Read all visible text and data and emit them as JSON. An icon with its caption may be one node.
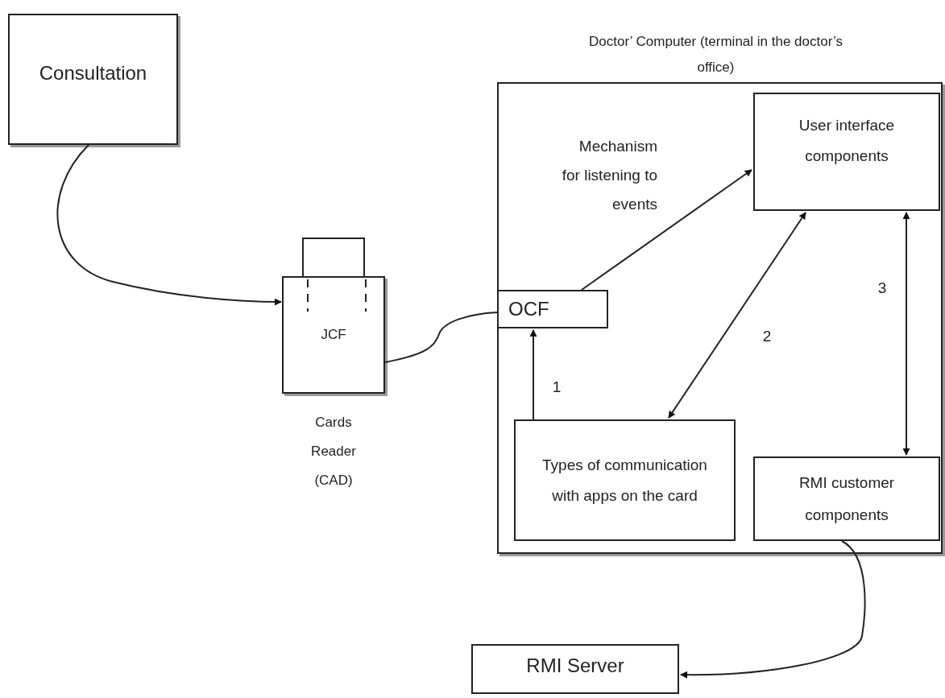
{
  "diagram": {
    "nodes": [
      {
        "text": [
          "Consultation"
        ]
      },
      {
        "text": [
          "Doctor’ Computer (terminal in the doctor’s office)"
        ]
      },
      {
        "text": [
          "User interface components"
        ],
        "in": 1
      },
      {
        "text": [
          "OCF"
        ],
        "in": 1
      },
      {
        "text": [
          "Types of communication with apps on the card"
        ],
        "in": 1
      },
      {
        "text": [
          "RMI customer components"
        ],
        "in": 1
      },
      {
        "text": [
          "JCF"
        ],
        "beside": [
          "Cards Reader (CAD)"
        ]
      },
      {
        "text": [
          "RMI Server"
        ]
      }
    ],
    "edges": [
      {
        "from": 0,
        "to": 6,
        "arrow": "to"
      },
      {
        "from": 6,
        "to": 3,
        "arrow": "none"
      },
      {
        "from": 3,
        "to": 2,
        "arrow": "to",
        "label": "Mechanism for listening to events"
      },
      {
        "from": 4,
        "to": 3,
        "arrow": "to",
        "label": "1"
      },
      {
        "from": 2,
        "to": 4,
        "arrow": "both",
        "label": "2"
      },
      {
        "from": 2,
        "to": 5,
        "arrow": "both",
        "label": "3"
      },
      {
        "from": 5,
        "to": 7,
        "arrow": "to"
      }
    ]
  }
}
